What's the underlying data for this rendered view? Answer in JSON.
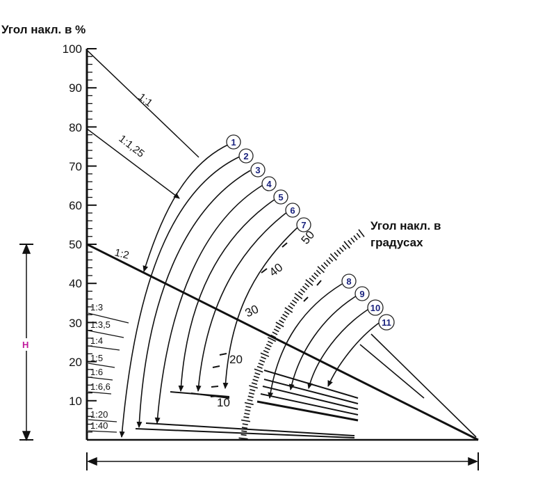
{
  "axis_title": "Угол накл. в %",
  "degrees_title_line1": "Угол накл. в",
  "degrees_title_line2": "градусах",
  "h_label": "H",
  "percent_ticks": [
    "100",
    "90",
    "80",
    "70",
    "60",
    "50",
    "40",
    "30",
    "20",
    "10"
  ],
  "degree_ticks": [
    "10",
    "20",
    "30",
    "40",
    "50"
  ],
  "ratios_upper": [
    "1:1",
    "1:1,25",
    "1:2"
  ],
  "ratios_left": [
    "1:3",
    "1:3,5",
    "1:4",
    "1:5",
    "1:6",
    "1:6,6",
    "1:20",
    "1:40"
  ],
  "markers": [
    "1",
    "2",
    "3",
    "4",
    "5",
    "6",
    "7",
    "8",
    "9",
    "10",
    "11"
  ],
  "colors": {
    "line": "#111111",
    "marker_text": "#1a237e",
    "h_label": "#c0189c"
  }
}
